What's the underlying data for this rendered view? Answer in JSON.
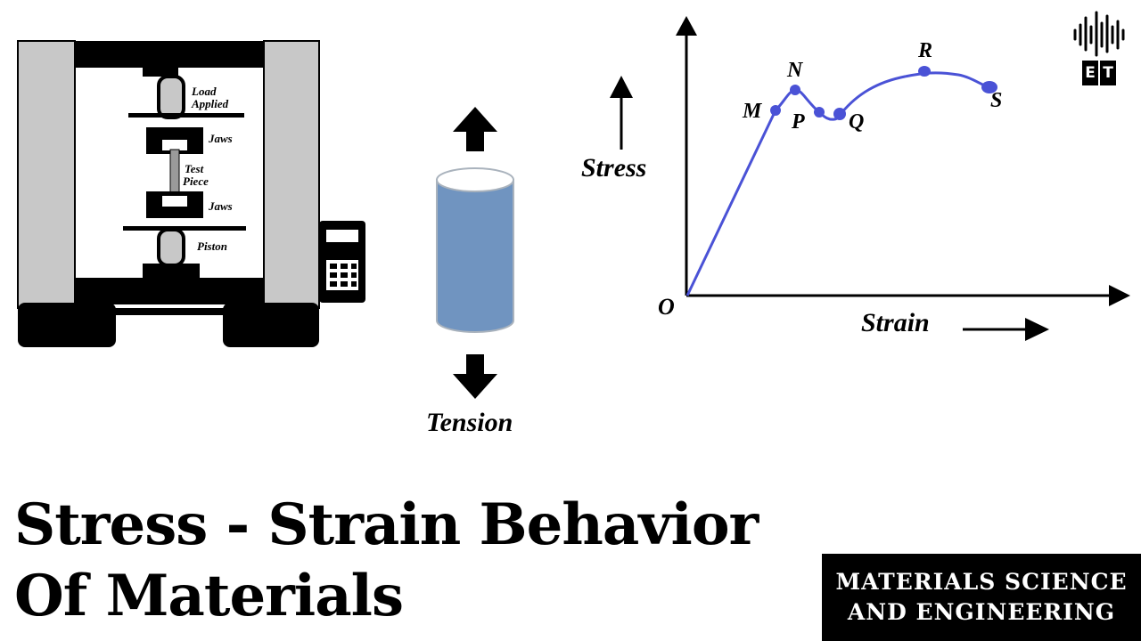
{
  "machine": {
    "label_load": "Load",
    "label_applied": "Applied",
    "label_jaws_top": "Jaws",
    "label_test": "Test",
    "label_piece": "Piece",
    "label_jaws_bottom": "Jaws",
    "label_piston": "Piston"
  },
  "tension": {
    "label": "Tension",
    "specimen_color": "#7094c0"
  },
  "graph": {
    "y_label": "Stress",
    "x_label": "Strain",
    "origin_label": "O",
    "curve_color": "#4a52d6",
    "points": [
      {
        "label": "M"
      },
      {
        "label": "N"
      },
      {
        "label": "P"
      },
      {
        "label": "Q"
      },
      {
        "label": "R"
      },
      {
        "label": "S"
      }
    ]
  },
  "title": {
    "line1": "Stress - Strain Behavior",
    "line2": "Of Materials"
  },
  "badge": {
    "line1": "MATERIALS SCIENCE",
    "line2": "AND ENGINEERING"
  },
  "logo": {
    "letter1": "E",
    "letter2": "T"
  }
}
